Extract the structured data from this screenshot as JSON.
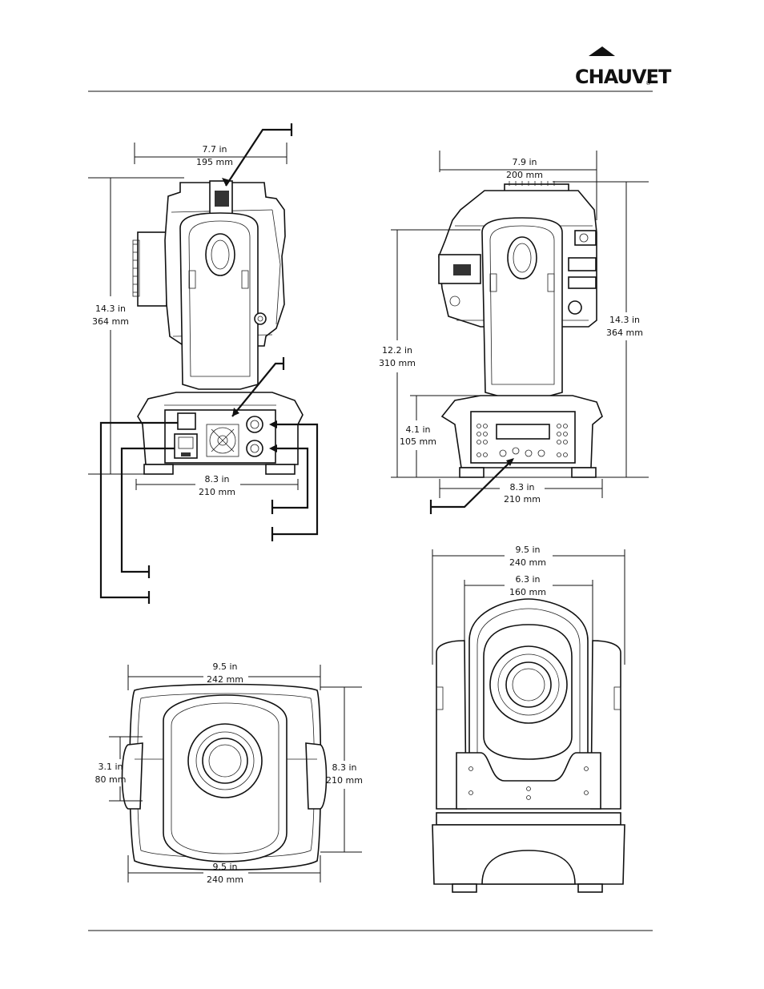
{
  "header": {
    "logo_text": "CHAUVET",
    "logo_mark": "®"
  },
  "dimensions": {
    "side_width_in": "7.7 in",
    "side_width_mm": "195 mm",
    "side_height_in": "14.3 in",
    "side_height_mm": "364 mm",
    "side_base_in": "8.3 in",
    "side_base_mm": "210 mm",
    "front_width_in": "7.9 in",
    "front_width_mm": "200 mm",
    "front_height_in": "14.3 in",
    "front_height_mm": "364 mm",
    "front_yoke_in": "12.2 in",
    "front_yoke_mm": "310 mm",
    "front_base_h_in": "4.1 in",
    "front_base_h_mm": "105 mm",
    "front_base_in": "8.3 in",
    "front_base_mm": "210 mm",
    "top_width_in": "9.5 in",
    "top_width_mm": "242 mm",
    "top_lens_in": "3.1 in",
    "top_lens_mm": "80 mm",
    "top_depth_in": "8.3 in",
    "top_depth_mm": "210 mm",
    "top_bottom_in": "9.5 in",
    "top_bottom_mm": "240 mm",
    "lens_width_in": "9.5 in",
    "lens_width_mm": "240 mm",
    "lens_yoke_in": "6.3 in",
    "lens_yoke_mm": "160 mm"
  }
}
